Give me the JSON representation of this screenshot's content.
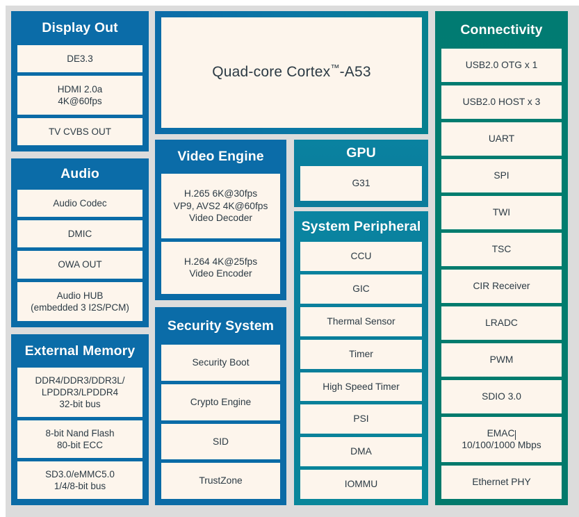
{
  "background_color": "#dcdcdc",
  "cell_color": "#fdf5ec",
  "text_color": "#2b3a44",
  "panels": {
    "display_out": {
      "title": "Display Out",
      "color": "#0b6ca8",
      "items": [
        {
          "lines": [
            "DE3.3"
          ]
        },
        {
          "lines": [
            "HDMI 2.0a",
            "4K@60fps"
          ]
        },
        {
          "lines": [
            "TV CVBS OUT"
          ]
        }
      ]
    },
    "audio": {
      "title": "Audio",
      "color": "#0b6ca8",
      "items": [
        {
          "lines": [
            "Audio Codec"
          ]
        },
        {
          "lines": [
            "DMIC"
          ]
        },
        {
          "lines": [
            "OWA OUT"
          ]
        },
        {
          "lines": [
            "Audio HUB",
            "(embedded 3 I2S/PCM)"
          ]
        }
      ]
    },
    "external_memory": {
      "title": "External Memory",
      "color": "#0b6ca8",
      "items": [
        {
          "lines": [
            "DDR4/DDR3/DDR3L/",
            "LPDDR3/LPDDR4",
            "32-bit bus"
          ]
        },
        {
          "lines": [
            "8-bit Nand Flash",
            "80-bit ECC"
          ]
        },
        {
          "lines": [
            "SD3.0/eMMC5.0",
            "1/4/8-bit bus"
          ]
        }
      ]
    },
    "cpu": {
      "title": "",
      "color": "#0a73a5",
      "items": [
        {
          "lines": [
            "Quad-core Cortex™-A53"
          ]
        }
      ]
    },
    "video_engine": {
      "title": "Video Engine",
      "color": "#0b6ca8",
      "items": [
        {
          "lines": [
            "H.265 6K@30fps",
            "VP9, AVS2 4K@60fps",
            "Video Decoder"
          ]
        },
        {
          "lines": [
            "H.264 4K@25fps",
            "Video Encoder"
          ]
        }
      ]
    },
    "security_system": {
      "title": "Security System",
      "color": "#0b6ca8",
      "items": [
        {
          "lines": [
            "Security Boot"
          ]
        },
        {
          "lines": [
            "Crypto Engine"
          ]
        },
        {
          "lines": [
            "SID"
          ]
        },
        {
          "lines": [
            "TrustZone"
          ]
        }
      ]
    },
    "gpu": {
      "title": "GPU",
      "color": "#0a82a0",
      "items": [
        {
          "lines": [
            "G31"
          ]
        }
      ]
    },
    "system_peripheral": {
      "title": "System Peripheral",
      "color": "#0a82a0",
      "items": [
        {
          "lines": [
            "CCU"
          ]
        },
        {
          "lines": [
            "GIC"
          ]
        },
        {
          "lines": [
            "Thermal Sensor"
          ]
        },
        {
          "lines": [
            "Timer"
          ]
        },
        {
          "lines": [
            "High Speed Timer"
          ]
        },
        {
          "lines": [
            "PSI"
          ]
        },
        {
          "lines": [
            "DMA"
          ]
        },
        {
          "lines": [
            "IOMMU"
          ]
        }
      ]
    },
    "connectivity": {
      "title": "Connectivity",
      "color": "#017b72",
      "items": [
        {
          "lines": [
            "USB2.0 OTG x 1"
          ]
        },
        {
          "lines": [
            "USB2.0 HOST x 3"
          ]
        },
        {
          "lines": [
            "UART"
          ]
        },
        {
          "lines": [
            "SPI"
          ]
        },
        {
          "lines": [
            "TWI"
          ]
        },
        {
          "lines": [
            "TSC"
          ]
        },
        {
          "lines": [
            "CIR Receiver"
          ]
        },
        {
          "lines": [
            "LRADC"
          ]
        },
        {
          "lines": [
            "PWM"
          ]
        },
        {
          "lines": [
            "SDIO 3.0"
          ]
        },
        {
          "lines": [
            "EMAC",
            "10/100/1000 Mbps"
          ],
          "editing": true,
          "caret_after_line": 0
        },
        {
          "lines": [
            "Ethernet PHY"
          ]
        }
      ]
    }
  }
}
